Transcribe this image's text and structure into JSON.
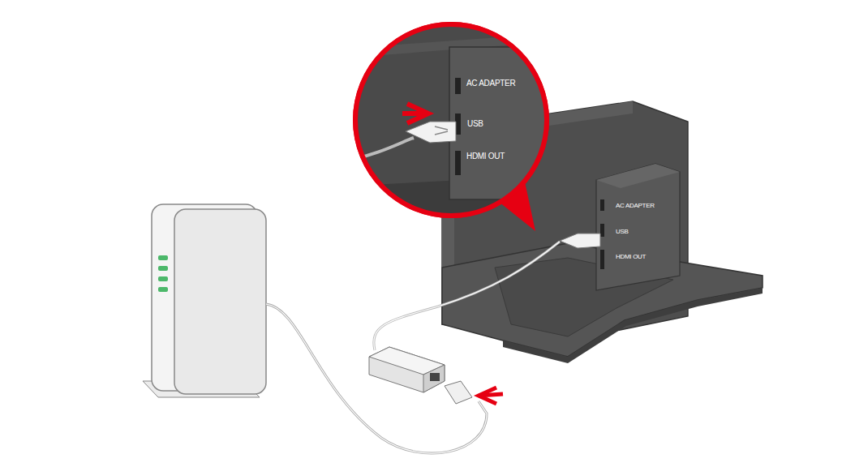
{
  "diagram": {
    "labels": [
      "AC ADAPTER",
      "USB",
      "HDMI OUT",
      "AC ADAPTER",
      "USB",
      "HDMI OUT"
    ]
  }
}
